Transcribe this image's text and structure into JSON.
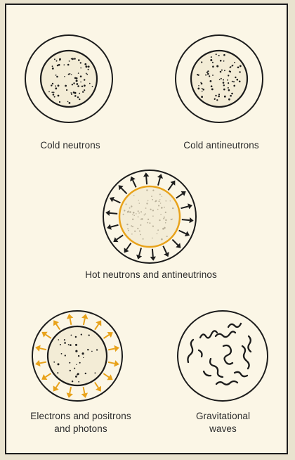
{
  "captions": {
    "cold_neutrons": "Cold neutrons",
    "cold_antineutrons": "Cold antineutrons",
    "hot_neutrons": "Hot neutrons and antineutrinos",
    "electrons_line1": "Electrons and positrons",
    "electrons_line2": "and photons",
    "grav_line1": "Gravitational",
    "grav_line2": "waves"
  },
  "colors": {
    "background": "#fbf6e6",
    "ink": "#1c1c1c",
    "accent": "#e8a21a"
  }
}
